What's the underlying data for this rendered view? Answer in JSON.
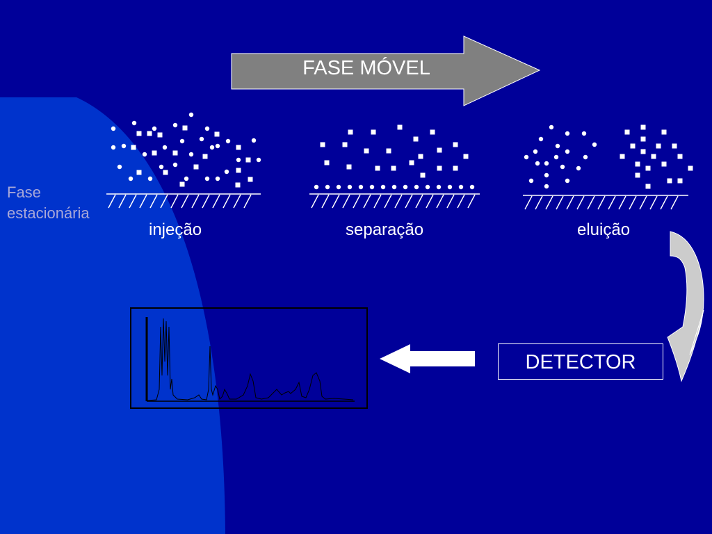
{
  "stationary_phase": {
    "line1": "Fase",
    "line2": "estacionária"
  },
  "mobile_phase": {
    "label": "FASE MÓVEL"
  },
  "stages": [
    {
      "label": "injeção"
    },
    {
      "label": "separação"
    },
    {
      "label": "eluição"
    }
  ],
  "detector": {
    "label": "DETECTOR"
  },
  "colors": {
    "background": "#000099",
    "panel": "#0033cc",
    "arrow_fill": "#808080",
    "text": "#ffffff",
    "stationary_label": "#a8a8d8"
  }
}
